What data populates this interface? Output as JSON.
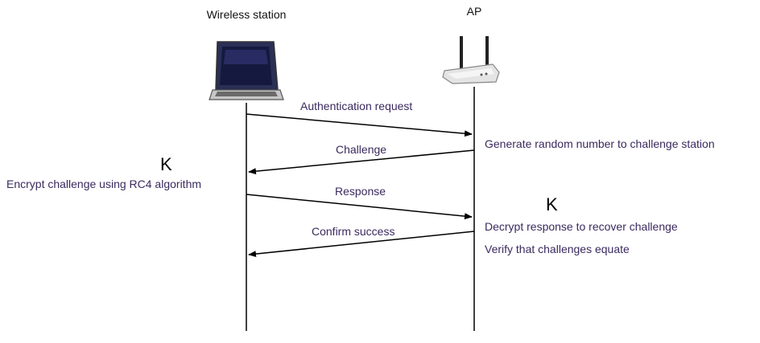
{
  "participants": {
    "station": "Wireless station",
    "ap": "AP"
  },
  "messages": [
    {
      "label": "Authentication request",
      "direction": "station-to-ap"
    },
    {
      "label": "Challenge",
      "direction": "ap-to-station"
    },
    {
      "label": "Response",
      "direction": "station-to-ap"
    },
    {
      "label": "Confirm success",
      "direction": "ap-to-station"
    }
  ],
  "station_notes": {
    "key_symbol": "K",
    "encrypt": "Encrypt challenge using RC4 algorithm"
  },
  "ap_notes": {
    "generate": "Generate random number to challenge station",
    "key_symbol": "K",
    "decrypt": "Decrypt response to recover challenge",
    "verify": "Verify that challenges equate"
  },
  "icons": {
    "station": "laptop-icon",
    "ap": "access-point-icon"
  },
  "colors": {
    "text": "#3a2a5e",
    "lines": "#000000"
  }
}
